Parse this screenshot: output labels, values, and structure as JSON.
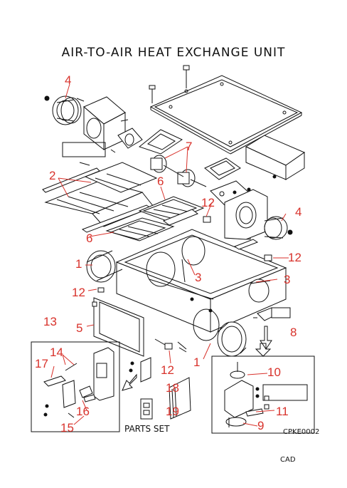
{
  "title": "AIR-TO-AIR HEAT EXCHANGE UNIT",
  "drawing_code": "CPKE0002",
  "footer": "CAD",
  "parts_set_label": "PARTS SET",
  "callouts": {
    "c1a": "1",
    "c1b": "1",
    "c2": "2",
    "c3a": "3",
    "c3b": "3",
    "c4a": "4",
    "c4b": "4",
    "c5": "5",
    "c6a": "6",
    "c6b": "6",
    "c7": "7",
    "c8": "8",
    "c9": "9",
    "c10": "10",
    "c11": "11",
    "c12a": "12",
    "c12b": "12",
    "c12c": "12",
    "c12d": "12",
    "c13": "13",
    "c14": "14",
    "c15": "15",
    "c16": "16",
    "c17": "17",
    "c18": "18",
    "c19": "19"
  }
}
